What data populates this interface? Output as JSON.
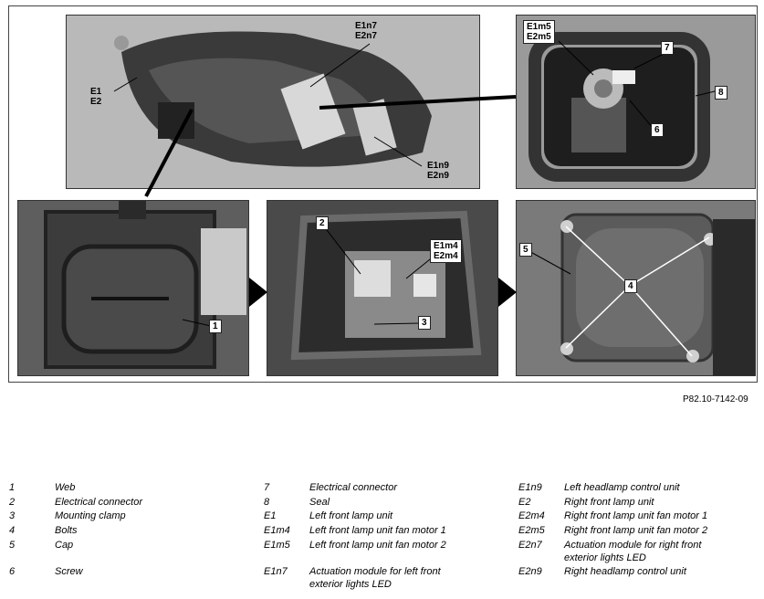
{
  "figure": {
    "reference": "P82.10-7142-09",
    "callouts": {
      "e1e2": [
        "E1",
        "E2"
      ],
      "e1n7e2n7": [
        "E1n7",
        "E2n7"
      ],
      "e1n9e2n9": [
        "E1n9",
        "E2n9"
      ],
      "e1m5e2m5": [
        "E1m5",
        "E2m5"
      ],
      "e1m4e2m4": [
        "E1m4",
        "E2m4"
      ],
      "n1": "1",
      "n2": "2",
      "n3": "3",
      "n4": "4",
      "n5": "5",
      "n6": "6",
      "n7": "7",
      "n8": "8"
    }
  },
  "legend": {
    "col1": [
      {
        "code": "1",
        "desc": "Web"
      },
      {
        "code": "2",
        "desc": "Electrical connector"
      },
      {
        "code": "3",
        "desc": "Mounting clamp"
      },
      {
        "code": "4",
        "desc": "Bolts"
      },
      {
        "code": "5",
        "desc": "Cap"
      },
      {
        "code": "6",
        "desc": "Screw"
      }
    ],
    "col2": [
      {
        "code": "7",
        "desc": "Electrical connector"
      },
      {
        "code": "8",
        "desc": "Seal"
      },
      {
        "code": "E1",
        "desc": "Left front lamp unit"
      },
      {
        "code": "E1m4",
        "desc": "Left front lamp unit fan motor 1"
      },
      {
        "code": "E1m5",
        "desc": "Left front lamp unit fan motor 2"
      },
      {
        "code": "E1n7",
        "desc": "Actuation module for left front exterior lights LED"
      }
    ],
    "col3": [
      {
        "code": "E1n9",
        "desc": "Left headlamp control unit"
      },
      {
        "code": "E2",
        "desc": "Right front lamp unit"
      },
      {
        "code": "E2m4",
        "desc": "Right front lamp unit fan motor 1"
      },
      {
        "code": "E2m5",
        "desc": "Right front lamp unit fan motor 2"
      },
      {
        "code": "E2n7",
        "desc": "Actuation module for right front exterior lights LED"
      },
      {
        "code": "E2n9",
        "desc": "Right headlamp control unit"
      }
    ]
  }
}
